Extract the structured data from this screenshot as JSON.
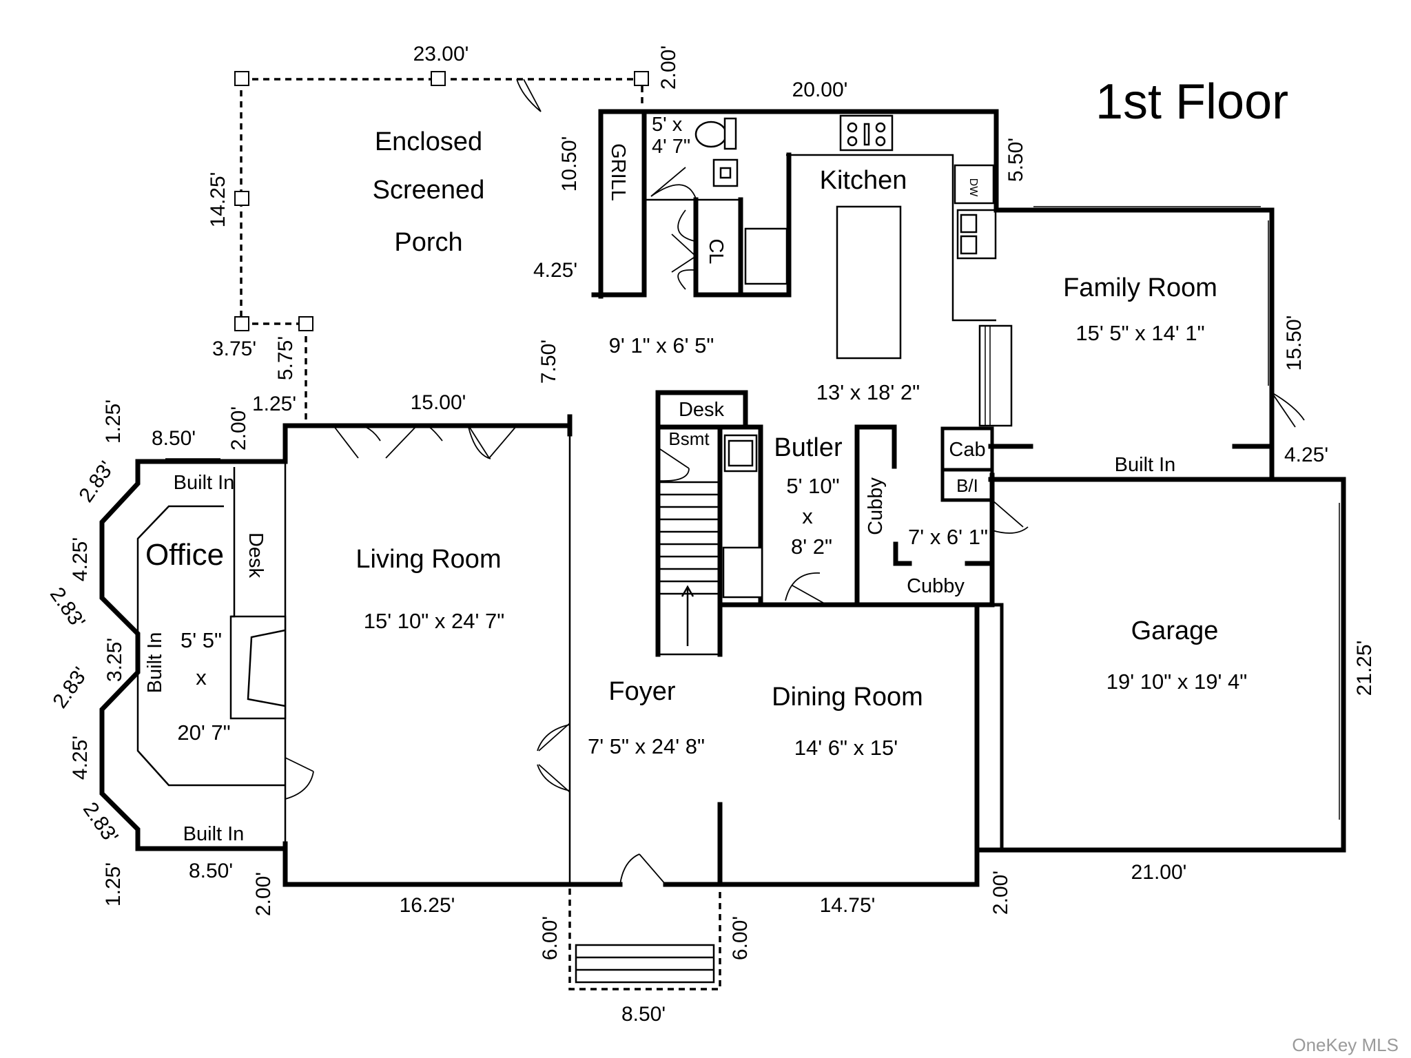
{
  "title": "1st Floor",
  "watermark": "OneKey MLS",
  "rooms": {
    "porch": {
      "line1": "Enclosed",
      "line2": "Screened",
      "line3": "Porch"
    },
    "kitchen": {
      "name": "Kitchen",
      "dims": "13' x 18' 2\""
    },
    "family": {
      "name": "Family Room",
      "dims": "15' 5\" x 14' 1\""
    },
    "living": {
      "name": "Living Room",
      "dims": "15' 10\" x 24' 7\""
    },
    "office": {
      "name": "Office",
      "dim1": "5' 5\"",
      "dim2": "x",
      "dim3": "20' 7\""
    },
    "butler": {
      "name": "Butler",
      "dim1": "5' 10\"",
      "dim2": "x",
      "dim3": "8' 2\""
    },
    "foyer": {
      "name": "Foyer",
      "dims": "7' 5\" x 24' 8\""
    },
    "dining": {
      "name": "Dining Room",
      "dims": "14' 6\" x 15'"
    },
    "garage": {
      "name": "Garage",
      "dims": "19' 10\" x 19' 4\""
    }
  },
  "labels": {
    "grill": "GRILL",
    "cl": "CL",
    "bath_dim1": "5' x",
    "bath_dim2": "4' 7\"",
    "hall_dims": "9' 1\" x 6' 5\"",
    "desk_top": "Desk",
    "bsmt": "Bsmt",
    "cab": "Cab",
    "bi": "B/I",
    "cubby_v": "Cubby",
    "cubby_h": "Cubby",
    "mud_dims": "7' x 6' 1\"",
    "built_in_family": "Built In",
    "built_in_top": "Built In",
    "built_in_left": "Built In",
    "built_in_bottom": "Built In",
    "desk_office": "Desk",
    "dw": "DW"
  },
  "measurements": {
    "porch_top": "23.00'",
    "porch_right": "2.00'",
    "porch_left": "14.25'",
    "porch_b1": "3.75'",
    "porch_b2": "5.75'",
    "porch_b3": "1.25'",
    "grill_height": "10.50'",
    "grill_width": "4.25'",
    "kitchen_top": "20.00'",
    "kitchen_right": "5.50'",
    "hall_height": "7.50'",
    "family_right": "15.50'",
    "family_bottom": "4.25'",
    "living_top": "15.00'",
    "office_top_w": "8.50'",
    "office_top_h": "2.00'",
    "office_corner_top": "1.25'",
    "office_diag1": "2.83'",
    "office_side1": "4.25'",
    "office_diag2": "2.83'",
    "office_side2": "3.25'",
    "office_diag3": "2.83'",
    "office_side3": "4.25'",
    "office_diag4": "2.83'",
    "office_corner_bottom": "1.25'",
    "office_bottom_w": "8.50'",
    "office_bottom_h": "2.00'",
    "living_bottom": "16.25'",
    "stoop_left": "6.00'",
    "stoop_right": "6.00'",
    "stoop_width": "8.50'",
    "dining_bottom": "14.75'",
    "garage_left": "2.00'",
    "garage_bottom": "21.00'",
    "garage_right": "21.25'"
  }
}
